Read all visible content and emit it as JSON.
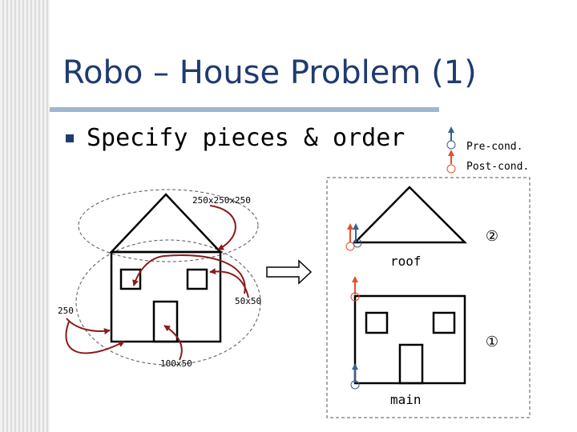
{
  "slide": {
    "title": "Robo – House Problem (1)",
    "bullets": [
      "Specify pieces & order"
    ]
  },
  "legend": {
    "precondition": "Pre-cond.",
    "postcondition": "Post-cond."
  },
  "left_house": {
    "roof_dims": "250x250x250",
    "window_dims": "50x50",
    "wall_dims": "250",
    "door_dims": "100x50"
  },
  "right_house": {
    "roof_label": "roof",
    "main_label": "main",
    "roof_order": "②",
    "main_order": "①"
  },
  "colors": {
    "title": "#1f3b70",
    "precondition_arrow": "#e0522a",
    "postcondition_arrow": "#3a5f8f",
    "annotation_arrow": "#8b1a1a"
  }
}
